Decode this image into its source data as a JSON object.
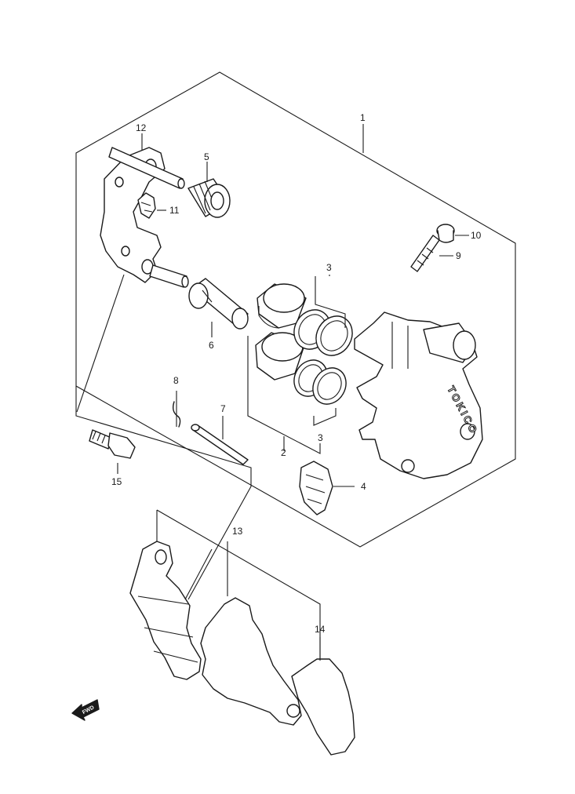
{
  "diagram": {
    "brand_mark": "TOKICO",
    "direction_arrow": "FWD",
    "callouts": [
      {
        "id": "c1",
        "label": "1"
      },
      {
        "id": "c2",
        "label": "2"
      },
      {
        "id": "c3a",
        "label": "3"
      },
      {
        "id": "c3b",
        "label": "3"
      },
      {
        "id": "c4",
        "label": "4"
      },
      {
        "id": "c5",
        "label": "5"
      },
      {
        "id": "c6",
        "label": "6"
      },
      {
        "id": "c7",
        "label": "7"
      },
      {
        "id": "c8",
        "label": "8"
      },
      {
        "id": "c9",
        "label": "9"
      },
      {
        "id": "c10",
        "label": "10"
      },
      {
        "id": "c11",
        "label": "11"
      },
      {
        "id": "c12",
        "label": "12"
      },
      {
        "id": "c13",
        "label": "13"
      },
      {
        "id": "c14",
        "label": "14"
      },
      {
        "id": "c15",
        "label": "15"
      }
    ]
  }
}
